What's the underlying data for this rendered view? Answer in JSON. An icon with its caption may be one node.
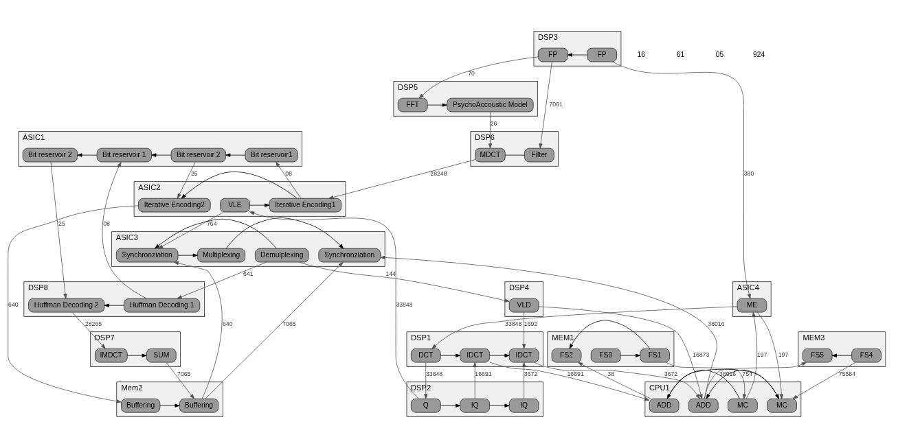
{
  "diagram": {
    "nodes": [
      {
        "text": [
          "ASIC1"
        ]
      },
      {
        "text": [
          "Bit reservoir1"
        ],
        "in": 0
      },
      {
        "text": [
          "Bit reservoir 2"
        ],
        "in": 0
      },
      {
        "text": [
          "Bit reservoir 1"
        ],
        "in": 0
      },
      {
        "text": [
          "Bit reservoir 2"
        ],
        "in": 0
      },
      {
        "text": [
          "ASIC2"
        ]
      },
      {
        "text": [
          "VLE"
        ],
        "in": 5
      },
      {
        "text": [
          "Iterative Encoding1"
        ],
        "in": 5
      },
      {
        "text": [
          "Iterative Encoding2"
        ],
        "in": 5
      },
      {
        "text": [
          "DSP8"
        ]
      },
      {
        "text": [
          "Huffman Decoding 1"
        ],
        "in": 9
      },
      {
        "text": [
          "Huffman Decoding 2"
        ],
        "in": 9
      },
      {
        "text": [
          "ASIC3"
        ]
      },
      {
        "text": [
          "Demulplexing"
        ],
        "in": 12
      },
      {
        "text": [
          "Synchronziation"
        ],
        "in": 12
      },
      {
        "text": [
          "Multiplexing"
        ],
        "in": 12
      },
      {
        "text": [
          "Synchronziation"
        ],
        "in": 12
      },
      {
        "text": [
          "DSP7"
        ]
      },
      {
        "text": [
          "IMDCT"
        ],
        "in": 17
      },
      {
        "text": [
          "SUM"
        ],
        "in": 17
      },
      {
        "text": [
          "DSP4"
        ]
      },
      {
        "text": [
          "VLD"
        ],
        "in": 20
      },
      {
        "text": [
          "DSP3"
        ]
      },
      {
        "text": [
          "FP"
        ],
        "in": 22
      },
      {
        "text": [
          "FP"
        ],
        "in": 22
      },
      {
        "text": [
          "Mem2"
        ]
      },
      {
        "text": [
          "Buffering"
        ],
        "in": 25
      },
      {
        "text": [
          "Buffering"
        ],
        "in": 25
      },
      {
        "text": [
          "ASIC4"
        ]
      },
      {
        "text": [
          "ME"
        ],
        "in": 28
      },
      {
        "text": [
          "DSP5"
        ]
      },
      {
        "text": [
          "FFT"
        ],
        "in": 30
      },
      {
        "text": [
          "PsychoAccoustic Model"
        ],
        "in": 30
      },
      {
        "text": [
          "DSP6"
        ]
      },
      {
        "text": [
          "Filter"
        ],
        "in": 33
      },
      {
        "text": [
          "MDCT"
        ],
        "in": 33
      },
      {
        "text": [
          "MEM3"
        ]
      },
      {
        "text": [
          "FS4"
        ],
        "in": 36
      },
      {
        "text": [
          "FS5"
        ],
        "in": 36
      },
      {
        "text": [
          "MEM1"
        ]
      },
      {
        "text": [
          "FS0"
        ],
        "in": 39
      },
      {
        "text": [
          "FS1"
        ],
        "in": 39
      },
      {
        "text": [
          "FS2"
        ],
        "in": 39
      },
      {
        "text": [
          "DSP1"
        ]
      },
      {
        "text": [
          "DCT"
        ],
        "in": 43
      },
      {
        "text": [
          "IDCT"
        ],
        "in": 43
      },
      {
        "text": [
          "IDCT"
        ],
        "in": 43
      },
      {
        "text": [
          "DSP2"
        ]
      },
      {
        "text": [
          "Q"
        ],
        "in": 47
      },
      {
        "text": [
          "IQ"
        ],
        "in": 47
      },
      {
        "text": [
          "IQ"
        ],
        "in": 47
      },
      {
        "text": [
          "CPU1"
        ]
      },
      {
        "text": [
          "MC"
        ],
        "in": 51
      },
      {
        "text": [
          "ADD"
        ],
        "in": 51
      },
      {
        "text": [
          "MC"
        ],
        "in": 51
      },
      {
        "text": [
          "ADD"
        ],
        "in": 51
      }
    ],
    "edges": [
      {
        "from": 1,
        "to": 2,
        "arrow": "to",
        "color": "#000000"
      },
      {
        "from": 2,
        "to": 3,
        "arrow": "to",
        "color": "#000000"
      },
      {
        "from": 3,
        "to": 4,
        "arrow": "to",
        "color": "#000000"
      },
      {
        "from": 7,
        "to": 1,
        "arrow": "to",
        "label": "08"
      },
      {
        "from": 2,
        "to": 8,
        "arrow": "to",
        "label": "25"
      },
      {
        "from": 10,
        "to": 3,
        "arrow": "to",
        "label": "08"
      },
      {
        "from": 4,
        "to": 11,
        "arrow": "to",
        "label": "25"
      },
      {
        "from": 6,
        "to": 7,
        "arrow": "to",
        "color": "#000000"
      },
      {
        "from": 7,
        "to": 8,
        "arrow": "to",
        "color": "#000000"
      },
      {
        "from": 10,
        "to": 11,
        "arrow": "to",
        "color": "#000000"
      },
      {
        "from": 13,
        "to": 14,
        "arrow": "to",
        "color": "#000000"
      },
      {
        "from": 14,
        "to": 15,
        "arrow": "to",
        "color": "#000000"
      },
      {
        "from": 15,
        "to": 16,
        "arrow": "to",
        "color": "#000000"
      },
      {
        "from": 18,
        "to": 19,
        "arrow": "to",
        "color": "#000000"
      },
      {
        "from": 6,
        "to": 14,
        "arrow": "to",
        "label": "764"
      },
      {
        "from": 13,
        "to": 10,
        "arrow": "to",
        "label": "641"
      },
      {
        "from": 13,
        "to": 21,
        "arrow": "to",
        "label": "144"
      },
      {
        "from": 48,
        "to": 6,
        "arrow": "to",
        "label": "33848"
      },
      {
        "from": 11,
        "to": 18,
        "arrow": "to",
        "label": "28265"
      },
      {
        "from": 19,
        "to": 27,
        "arrow": "to",
        "label": "7065"
      },
      {
        "from": 27,
        "to": 16,
        "arrow": "to",
        "label": "7065"
      },
      {
        "from": 27,
        "to": 14,
        "arrow": "to",
        "label": "640"
      },
      {
        "from": 8,
        "to": 26,
        "arrow": "to",
        "label": "640"
      },
      {
        "from": 26,
        "to": 27,
        "arrow": "to",
        "color": "#000000"
      },
      {
        "from": 55,
        "to": 16,
        "arrow": "to",
        "label": "38016"
      },
      {
        "from": 35,
        "to": 7,
        "arrow": "to",
        "label": "28248"
      },
      {
        "from": 23,
        "to": 24,
        "arrow": "to",
        "color": "#000000"
      },
      {
        "from": 23,
        "to": 29,
        "arrow": "to",
        "label": "380"
      },
      {
        "from": 24,
        "to": 31,
        "arrow": "to",
        "label": "70"
      },
      {
        "from": 24,
        "to": 34,
        "arrow": "to",
        "label": "7061"
      },
      {
        "from": 31,
        "to": 32,
        "arrow": "to",
        "color": "#000000"
      },
      {
        "from": 32,
        "to": 35,
        "arrow": "to",
        "label": "26"
      },
      {
        "from": 34,
        "to": 35,
        "arrow": "none",
        "color": "#000000"
      },
      {
        "from": 29,
        "to": 44,
        "arrow": "to",
        "label": "33848"
      },
      {
        "from": 21,
        "to": 46,
        "arrow": "to",
        "label": "1692"
      },
      {
        "from": 21,
        "to": 55,
        "arrow": "to",
        "label": "16873"
      },
      {
        "from": 52,
        "to": 29,
        "arrow": "to",
        "label": "197"
      },
      {
        "from": 40,
        "to": 41,
        "arrow": "to",
        "color": "#000000"
      },
      {
        "from": 41,
        "to": 42,
        "arrow": "to",
        "color": "#000000"
      },
      {
        "from": 37,
        "to": 38,
        "arrow": "to",
        "color": "#000000"
      },
      {
        "from": 44,
        "to": 45,
        "arrow": "to",
        "color": "#000000"
      },
      {
        "from": 45,
        "to": 46,
        "arrow": "to",
        "color": "#000000"
      },
      {
        "from": 48,
        "to": 49,
        "arrow": "to",
        "color": "#000000"
      },
      {
        "from": 49,
        "to": 50,
        "arrow": "to",
        "color": "#000000"
      },
      {
        "from": 44,
        "to": 48,
        "arrow": "to",
        "label": "33848"
      },
      {
        "from": 49,
        "to": 45,
        "arrow": "to",
        "label": "16691"
      },
      {
        "from": 50,
        "to": 46,
        "arrow": "to",
        "label": "3672"
      },
      {
        "from": 45,
        "to": 53,
        "arrow": "to",
        "label": "16691"
      },
      {
        "from": 46,
        "to": 55,
        "arrow": "to",
        "label": "3672"
      },
      {
        "from": 52,
        "to": 53,
        "arrow": "to",
        "color": "#000000"
      },
      {
        "from": 53,
        "to": 54,
        "arrow": "to",
        "color": "#000000"
      },
      {
        "from": 54,
        "to": 55,
        "arrow": "to",
        "color": "#000000"
      },
      {
        "from": 37,
        "to": 54,
        "arrow": "to",
        "label": "75584"
      },
      {
        "from": 55,
        "to": 38,
        "arrow": "to",
        "label": "38016"
      },
      {
        "from": 53,
        "to": 42,
        "arrow": "to",
        "label": "38"
      },
      {
        "from": 41,
        "to": 52,
        "arrow": "to",
        "label": "754"
      },
      {
        "from": 29,
        "to": 54,
        "arrow": "to",
        "label": "197"
      }
    ],
    "labels": [
      "16",
      "61",
      "05",
      "924"
    ]
  }
}
